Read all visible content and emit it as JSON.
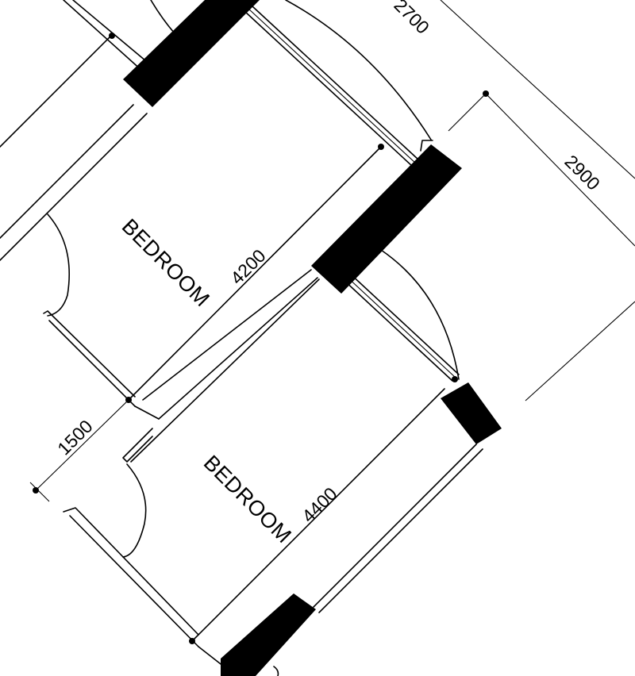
{
  "rooms": [
    {
      "label": "BEDROOM"
    },
    {
      "label": "BEDROOM"
    }
  ],
  "dimensions": {
    "top_partial": "2700",
    "right": "2900",
    "room1_length": "4200",
    "room2_length": "4400",
    "left": "1500"
  }
}
